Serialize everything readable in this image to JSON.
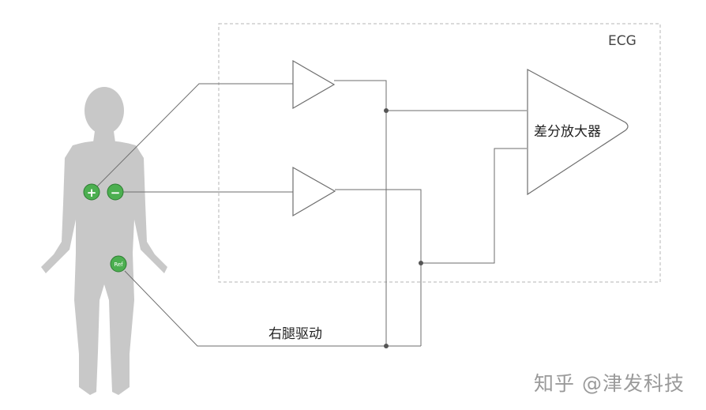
{
  "labels": {
    "ecg_box": "ECG",
    "diff_amp": "差分放大器",
    "right_leg_drive": "右腿驱动",
    "watermark": "知乎 @津发科技"
  },
  "electrodes": {
    "positive": "+",
    "negative": "−",
    "reference": "Ref"
  },
  "colors": {
    "body": "#c8c8c8",
    "electrode": "#4caf50",
    "electrode_ring": "#2e7d32",
    "wire": "#6e6e6e",
    "box_border": "#b5b5b5"
  }
}
